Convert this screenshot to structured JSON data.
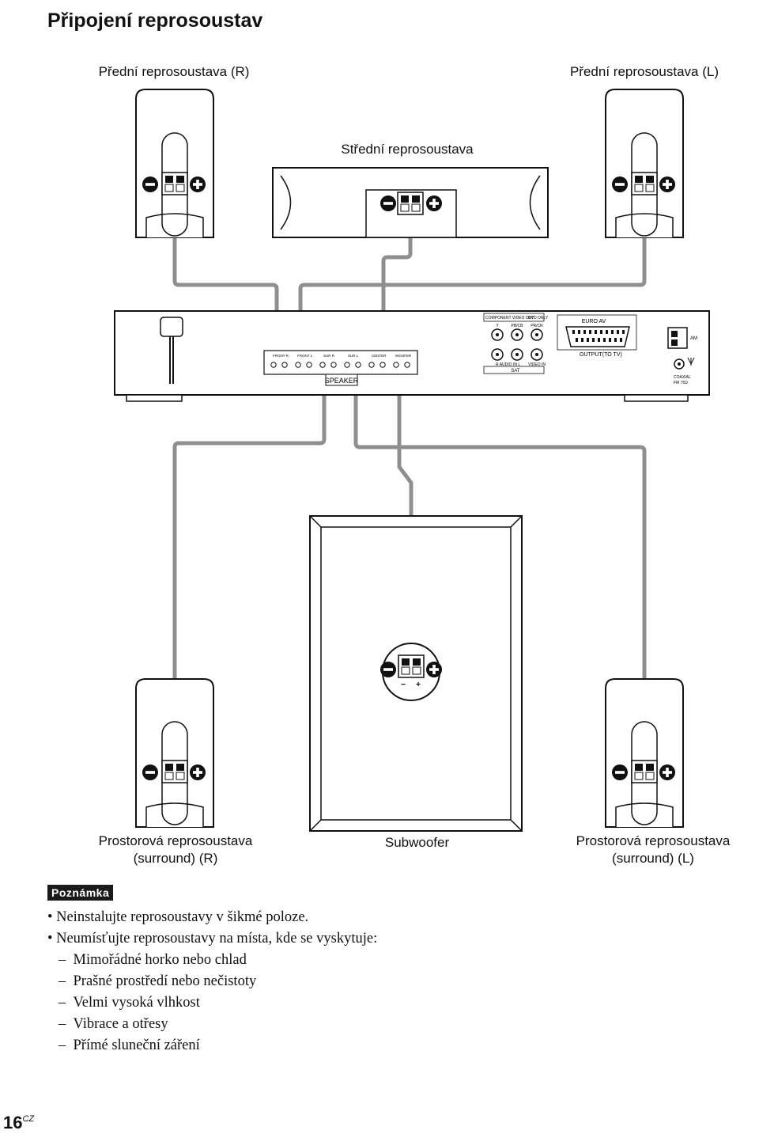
{
  "page": {
    "title": "Připojení reprosoustav",
    "page_number": "16",
    "page_suffix": "CZ"
  },
  "labels": {
    "front_right": "Přední reprosoustava (R)",
    "front_left": "Přední reprosoustava (L)",
    "center": "Střední reprosoustava",
    "surround_right_line1": "Prostorová reprosoustava",
    "surround_right_line2": "(surround) (R)",
    "subwoofer": "Subwoofer",
    "surround_left_line1": "Prostorová reprosoustava",
    "surround_left_line2": "(surround) (L)"
  },
  "unit_panel": {
    "component_video_out": "COMPONENT VIDEO OUT",
    "dvd_only": "DVD ONLY",
    "y": "Y",
    "pb_cb": "PB/CB",
    "pr_cr": "PR/CR",
    "euro_av": "EURO AV",
    "output_to_tv": "OUTPUT(TO TV)",
    "am": "AM",
    "coaxial": "COAXIAL",
    "fm": "FM 75Ω",
    "audio_in": "R  AUDIO IN  L",
    "video_in": "VIDEO IN",
    "sat": "SAT",
    "speaker": "SPEAKER",
    "terminal_labels": [
      "FRONT R",
      "FRONT L",
      "SUR R",
      "SUR L",
      "CENTER",
      "WOOFER"
    ]
  },
  "subwoofer_terminal": {
    "minus": "−",
    "plus": "+"
  },
  "note": {
    "badge": "Poznámka",
    "items": [
      {
        "kind": "bullet",
        "text": "Neinstalujte reprosoustavy v šikmé poloze."
      },
      {
        "kind": "bullet",
        "text": "Neumísťujte reprosoustavy na místa, kde se vyskytuje:"
      },
      {
        "kind": "dash",
        "text": "Mimořádné horko nebo chlad"
      },
      {
        "kind": "dash",
        "text": "Prašné prostředí nebo nečistoty"
      },
      {
        "kind": "dash",
        "text": "Velmi vysoká vlhkost"
      },
      {
        "kind": "dash",
        "text": "Vibrace a otřesy"
      },
      {
        "kind": "dash",
        "text": "Přímé sluneční záření"
      }
    ]
  }
}
